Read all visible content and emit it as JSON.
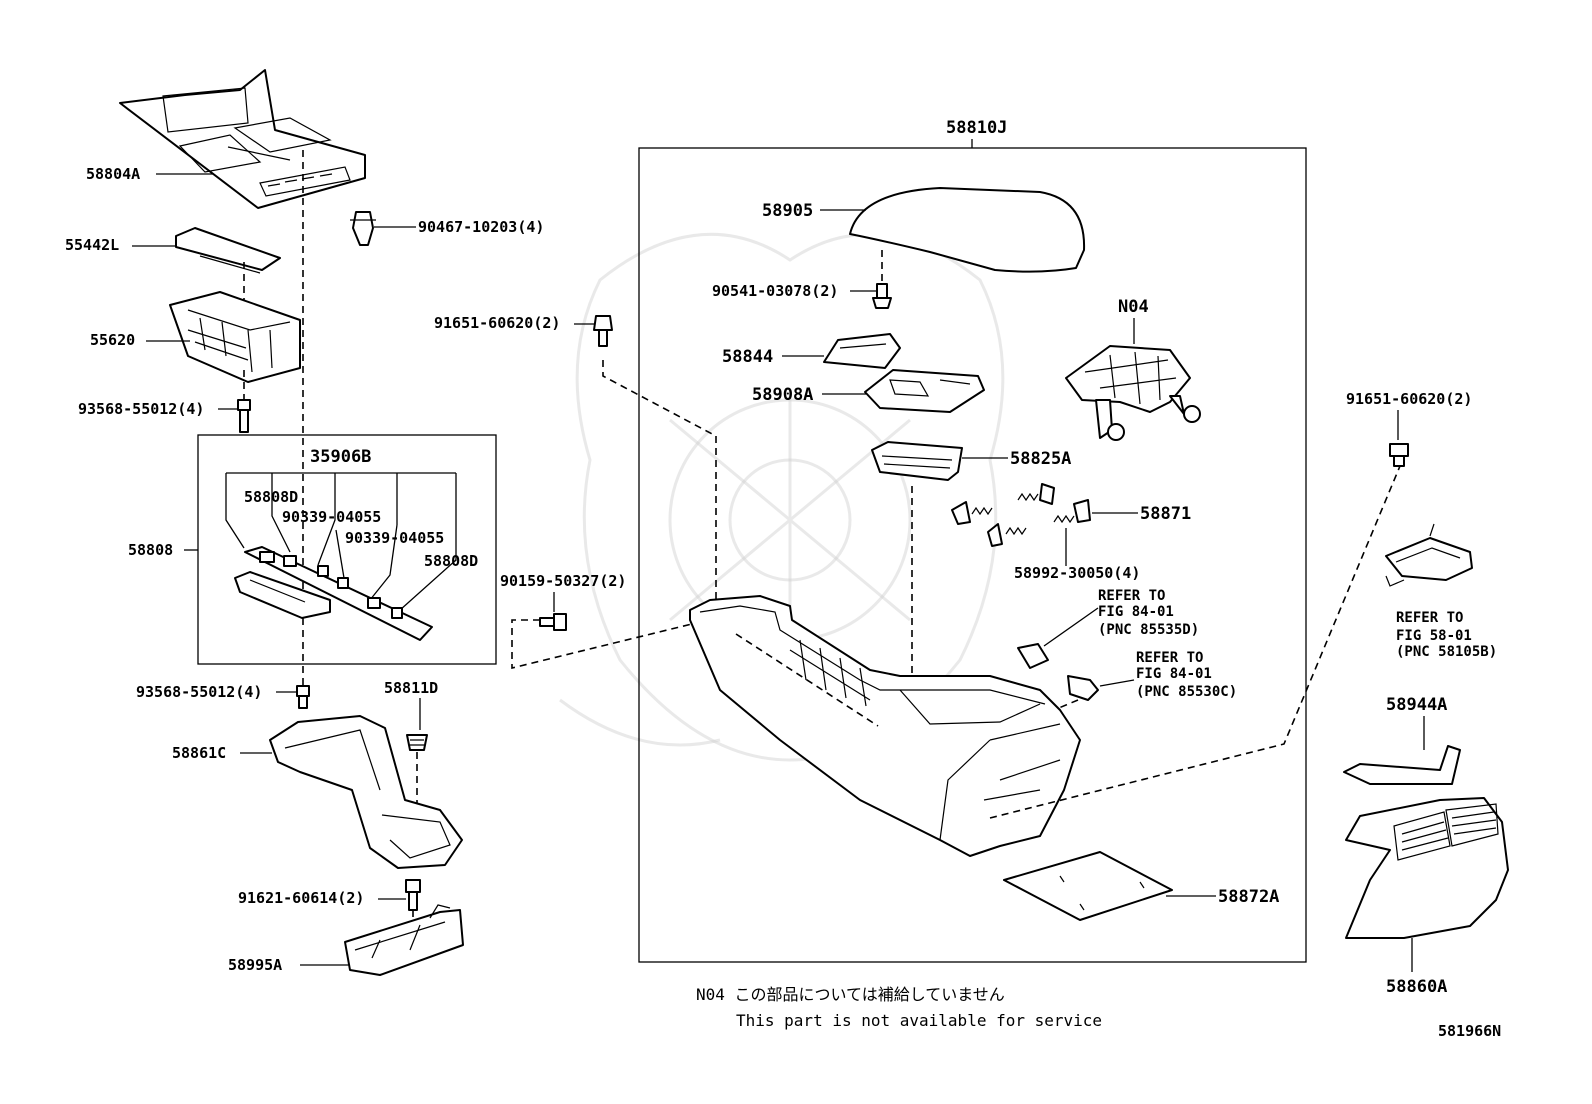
{
  "diagram_id": "581966N",
  "assemblies": {
    "console_box": "58810J",
    "tray_set": "58808"
  },
  "labels": {
    "p58804A": "58804A",
    "p90467": "90467-10203(4)",
    "p55442L": "55442L",
    "p55620": "55620",
    "p93568a": "93568-55012(4)",
    "p35906B": "35906B",
    "p58808D_1": "58808D",
    "p90339_1": "90339-04055",
    "p90339_2": "90339-04055",
    "p58808D_2": "58808D",
    "p58808": "58808",
    "p93568b": "93568-55012(4)",
    "p58811D": "58811D",
    "p58861C": "58861C",
    "p91621": "91621-60614(2)",
    "p58995A": "58995A",
    "p91651a": "91651-60620(2)",
    "p90159": "90159-50327(2)",
    "p58810J": "58810J",
    "p58905": "58905",
    "p90541": "90541-03078(2)",
    "pN04": "N04",
    "p58844": "58844",
    "p58908A": "58908A",
    "p58825A": "58825A",
    "p58871": "58871",
    "p58992": "58992-30050(4)",
    "p58872A": "58872A",
    "p91651b": "91651-60620(2)",
    "p58944A": "58944A",
    "p58860A": "58860A"
  },
  "references": {
    "ref1": [
      "REFER TO",
      "FIG 84-01",
      "(PNC 85535D)"
    ],
    "ref2": [
      "REFER TO",
      "FIG 84-01",
      "(PNC 85530C)"
    ],
    "ref3": [
      "REFER TO",
      "FIG 58-01",
      "(PNC 58105B)"
    ]
  },
  "note": {
    "line1": "N04 この部品については補給していません",
    "line2": "This part is not available for service"
  }
}
